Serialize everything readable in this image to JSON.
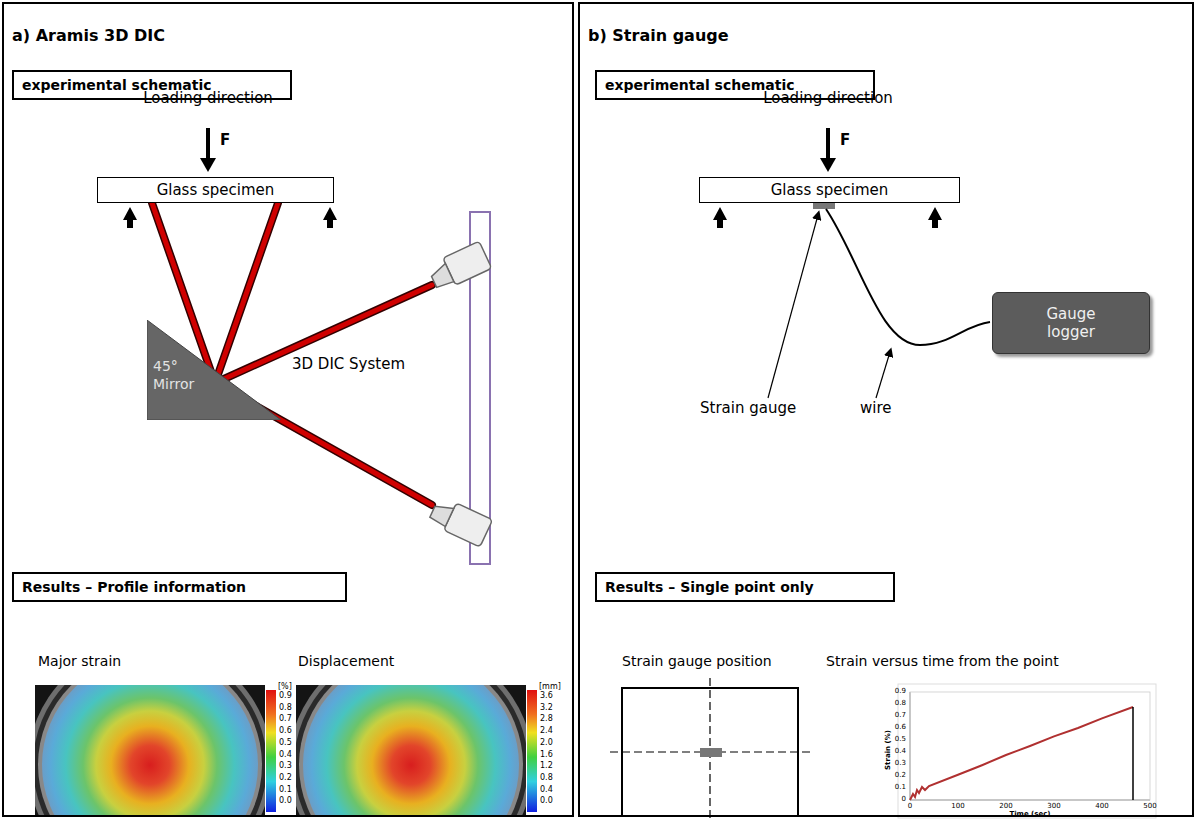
{
  "diagram": {
    "nodes": [
      {
        "text": [
          "a) Aramis 3D DIC"
        ]
      },
      {
        "text": [
          "experimental schematic"
        ],
        "in": 0
      },
      {
        "text": [
          "Glass specimen"
        ],
        "in": 0
      },
      {
        "text": [
          "45° Mirror"
        ],
        "in": 0
      },
      {
        "text": [
          "Results – Profile information"
        ],
        "in": 0
      },
      {
        "text": [
          "b) Strain gauge"
        ]
      },
      {
        "text": [
          "experimental schematic"
        ],
        "in": 5
      },
      {
        "text": [
          "Glass specimen"
        ],
        "in": 5
      },
      {
        "text": [
          "Gauge logger"
        ],
        "in": 5
      },
      {
        "text": [
          "Results – Single point only"
        ],
        "in": 5
      }
    ],
    "labels": [
      "Loading direction",
      "F",
      "3D DIC System",
      "Major strain",
      "Displacement",
      "[%]",
      "0.9",
      "0.8",
      "0.7",
      "0.6",
      "0.5",
      "0.4",
      "0.3",
      "0.2",
      "0.1",
      "0.0",
      "[mm]",
      "3.6",
      "3.2",
      "2.8",
      "2.4",
      "2.0",
      "1.6",
      "1.2",
      "0.8",
      "0.4",
      "0.0",
      "Loading direction",
      "F",
      "Strain gauge",
      "wire",
      "Strain gauge position",
      "Strain versus time from the point",
      "Strain (%)",
      "0.9",
      "0.8",
      "0.7",
      "0.6",
      "0.5",
      "0.4",
      "0.3",
      "0.2",
      "0.1",
      "0",
      "0",
      "100",
      "200",
      "300",
      "400",
      "500",
      "Time (sec)"
    ]
  }
}
